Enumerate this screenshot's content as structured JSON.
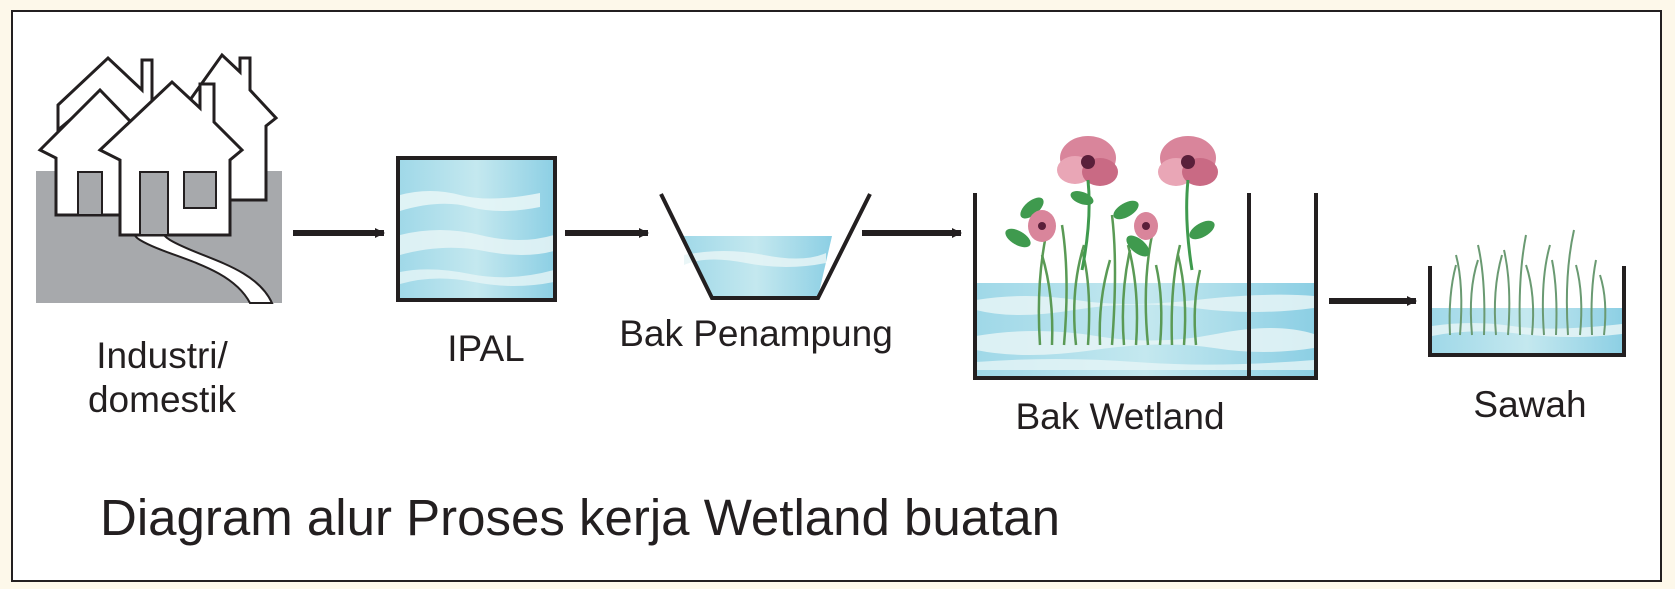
{
  "title": "Diagram alur Proses kerja Wetland buatan",
  "stages": [
    {
      "id": "industri",
      "label_line1": "Industri/",
      "label_line2": "domestik"
    },
    {
      "id": "ipal",
      "label": "IPAL"
    },
    {
      "id": "bak-penampung",
      "label": "Bak Penampung"
    },
    {
      "id": "bak-wetland",
      "label": "Bak Wetland"
    },
    {
      "id": "sawah",
      "label": "Sawah"
    }
  ],
  "colors": {
    "ink": "#231f20",
    "ground": "#a7a9ac",
    "water": "#8ccfe4",
    "water_light": "#e6f5f6",
    "flower": "#d9859b",
    "leaf": "#3f9a4e"
  }
}
